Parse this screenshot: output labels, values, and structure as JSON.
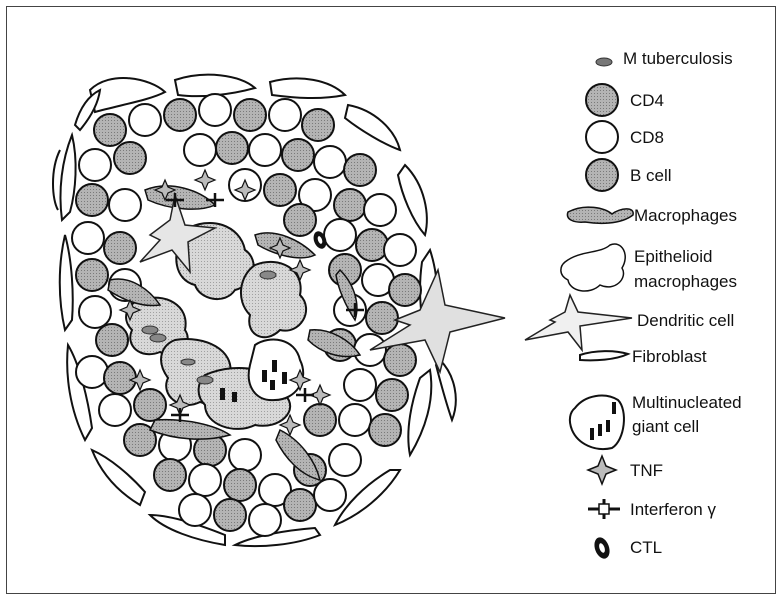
{
  "legend": {
    "items": [
      {
        "icon": "mycobacterium-icon",
        "label": "M tuberculosis"
      },
      {
        "icon": "cd4-cell-icon",
        "label": "CD4"
      },
      {
        "icon": "cd8-cell-icon",
        "label": "CD8"
      },
      {
        "icon": "b-cell-icon",
        "label": "B cell"
      },
      {
        "icon": "macrophage-icon",
        "label": "Macrophages"
      },
      {
        "icon": "epithelioid-macrophage-icon",
        "label": "Epithelioid",
        "label2": "macrophages"
      },
      {
        "icon": "dendritic-cell-icon",
        "label": "Dendritic cell"
      },
      {
        "icon": "fibroblast-icon",
        "label": "Fibroblast"
      },
      {
        "icon": "multinucleated-giant-cell-icon",
        "label": "Multinucleated",
        "label2": "giant cell"
      },
      {
        "icon": "tnf-icon",
        "label": "TNF"
      },
      {
        "icon": "interferon-gamma-icon",
        "label": "Interferon γ"
      },
      {
        "icon": "ctl-icon",
        "label": "CTL"
      }
    ]
  },
  "colors": {
    "cd4_fill": "#a7a7a7",
    "cd8_fill": "#ffffff",
    "macrophage_fill": "#9a9a9a",
    "outline": "#111111",
    "frame": "#444444"
  }
}
